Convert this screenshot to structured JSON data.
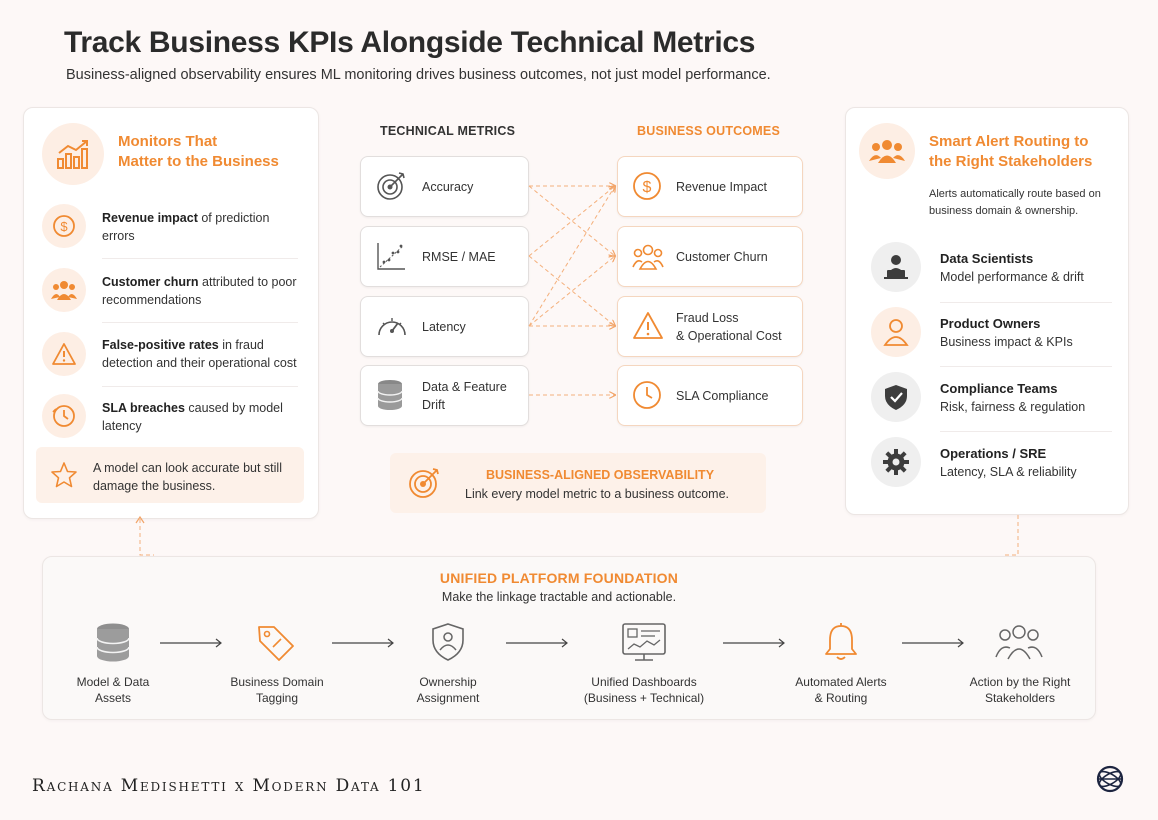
{
  "header": {
    "title": "Track Business KPIs Alongside Technical Metrics",
    "subtitle": "Business-aligned observability ensures ML monitoring drives business outcomes, not just model performance."
  },
  "left_panel": {
    "title_line1": "Monitors That",
    "title_line2": "Matter to the Business",
    "items": [
      {
        "bold": "Revenue impact",
        "rest": " of prediction errors",
        "icon": "dollar-icon"
      },
      {
        "bold": "Customer churn",
        "rest": " attributed to poor recommendations",
        "icon": "people-icon"
      },
      {
        "bold": "False-positive rates",
        "rest": " in fraud detection and their operational cost",
        "icon": "warning-icon"
      },
      {
        "bold": "SLA breaches",
        "rest": " caused by model latency",
        "icon": "clock-icon"
      }
    ],
    "note": "A model can look accurate but still damage the business."
  },
  "center": {
    "technical_header": "TECHNICAL METRICS",
    "business_header": "BUSINESS OUTCOMES",
    "technical": [
      {
        "line1": "Accuracy",
        "line2": "",
        "icon": "target-icon"
      },
      {
        "line1": "RMSE / MAE",
        "line2": "",
        "icon": "scatter-icon"
      },
      {
        "line1": "Latency",
        "line2": "",
        "icon": "gauge-icon"
      },
      {
        "line1": "Data & Feature",
        "line2": "Drift",
        "icon": "database-icon"
      }
    ],
    "business": [
      {
        "line1": "Revenue Impact",
        "line2": "",
        "icon": "dollar-icon"
      },
      {
        "line1": "Customer Churn",
        "line2": "",
        "icon": "people-icon"
      },
      {
        "line1": "Fraud Loss",
        "line2": "& Operational Cost",
        "icon": "warning-icon"
      },
      {
        "line1": "SLA Compliance",
        "line2": "",
        "icon": "clock-icon"
      }
    ],
    "banner_title": "BUSINESS-ALIGNED OBSERVABILITY",
    "banner_text": "Link every model metric to a business outcome."
  },
  "right_panel": {
    "title_line1": "Smart Alert Routing to",
    "title_line2": "the Right Stakeholders",
    "desc_line1": "Alerts automatically route based on",
    "desc_line2": "business domain & ownership.",
    "stakeholders": [
      {
        "name": "Data Scientists",
        "desc": "Model performance & drift",
        "icon": "laptop-user-icon"
      },
      {
        "name": "Product Owners",
        "desc": "Business impact & KPIs",
        "icon": "user-icon"
      },
      {
        "name": "Compliance Teams",
        "desc": "Risk, fairness & regulation",
        "icon": "shield-check-icon"
      },
      {
        "name": "Operations / SRE",
        "desc": "Latency, SLA & reliability",
        "icon": "gear-icon"
      }
    ]
  },
  "platform": {
    "title": "UNIFIED PLATFORM FOUNDATION",
    "subtitle": "Make the linkage tractable and actionable.",
    "steps": [
      {
        "line1": "Model & Data",
        "line2": "Assets",
        "icon": "database-icon"
      },
      {
        "line1": "Business Domain",
        "line2": "Tagging",
        "icon": "tag-icon"
      },
      {
        "line1": "Ownership",
        "line2": "Assignment",
        "icon": "shield-user-icon"
      },
      {
        "line1": "Unified Dashboards",
        "line2": "(Business + Technical)",
        "icon": "dashboard-icon"
      },
      {
        "line1": "Automated Alerts",
        "line2": "& Routing",
        "icon": "bell-icon"
      },
      {
        "line1": "Action by the Right",
        "line2": "Stakeholders",
        "icon": "group-icon"
      }
    ]
  },
  "footer": {
    "credit": "Rachana Medishetti x Modern Data 101"
  },
  "colors": {
    "accent": "#f08a32",
    "accent_light": "#fdeee4",
    "text": "#222222",
    "gray": "#6e6e6e"
  }
}
